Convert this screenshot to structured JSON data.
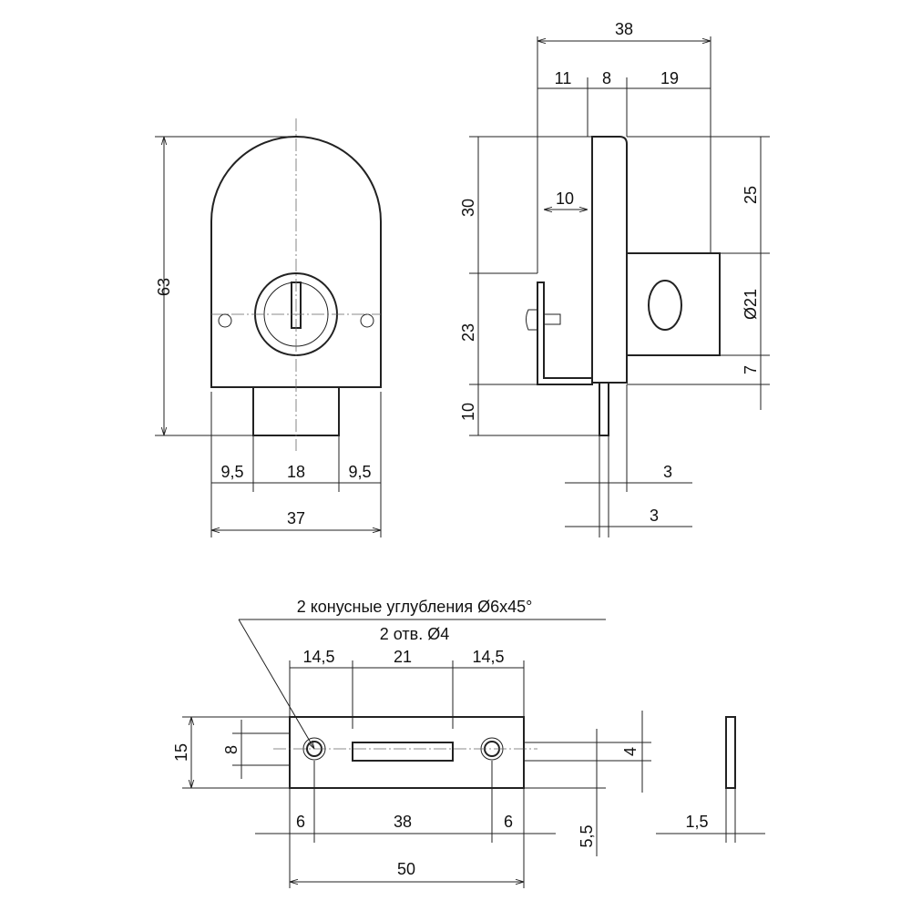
{
  "front_view": {
    "height": "63",
    "bottom": [
      "9,5",
      "18",
      "9,5"
    ],
    "width": "37"
  },
  "side_view": {
    "total": "38",
    "top": [
      "11",
      "8",
      "19"
    ],
    "plate_offset": "10",
    "left": [
      "30",
      "23",
      "10"
    ],
    "right": [
      "25",
      "Ø21",
      "7"
    ],
    "pin_a": "3",
    "pin_b": "3"
  },
  "strike_plate": {
    "note1": "2 конусные углубления Ø6х45°",
    "note2": "2 отв. Ø4",
    "top": [
      "14,5",
      "21",
      "14,5"
    ],
    "bottom": [
      "6",
      "38",
      "6"
    ],
    "length": "50",
    "height": "15",
    "hole_height": "8",
    "slot": "4",
    "offset": "5,5",
    "thickness": "1,5"
  }
}
